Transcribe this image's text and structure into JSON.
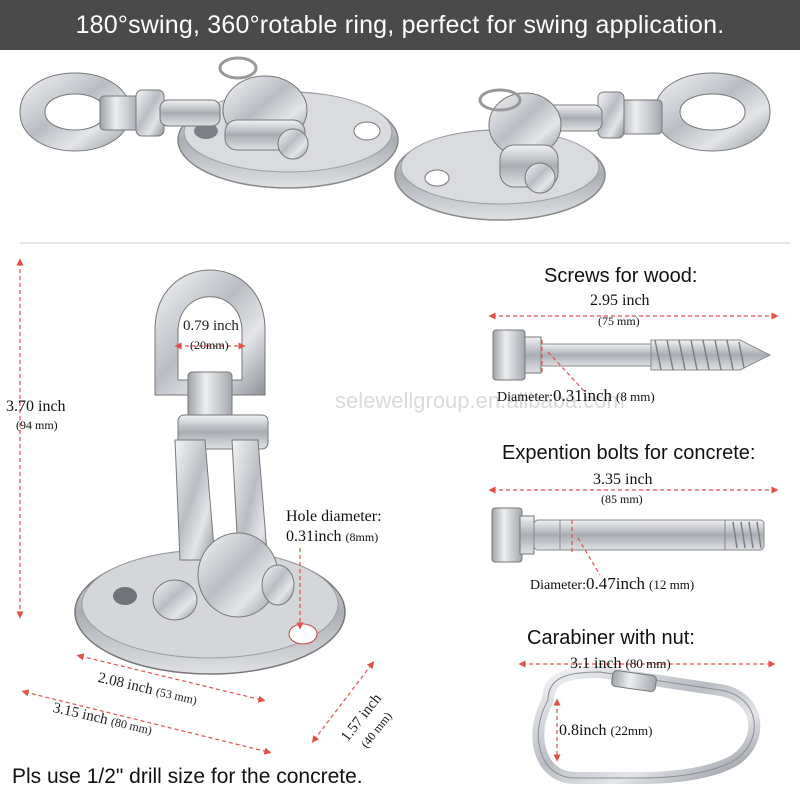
{
  "banner": {
    "text": "180°swing, 360°rotable ring, perfect for swing application."
  },
  "main_product": {
    "height": "3.70 inch",
    "height_mm": "(94 mm)",
    "ring_inner": "0.79 inch",
    "ring_inner_mm": "(20mm)",
    "hole_label": "Hole diameter:",
    "hole_value": "0.31inch",
    "hole_mm": "(8mm)",
    "width1": "2.08 inch",
    "width1_mm": "(53 mm)",
    "width2": "3.15 inch",
    "width2_mm": "(80 mm)",
    "depth": "1.57 inch",
    "depth_mm": "(40 mm)"
  },
  "screws": {
    "title": "Screws for wood:",
    "length": "2.95 inch",
    "length_mm": "(75 mm)",
    "diameter_label": "Diameter:",
    "diameter": "0.31inch",
    "diameter_mm": "(8 mm)"
  },
  "bolts": {
    "title": "Expention bolts for concrete:",
    "length": "3.35 inch",
    "length_mm": "(85 mm)",
    "diameter_label": "Diameter:",
    "diameter": "0.47inch",
    "diameter_mm": "(12 mm)"
  },
  "carabiner": {
    "title": "Carabiner with nut:",
    "length": "3.1 inch",
    "length_mm": "(80 mm)",
    "opening": "0.8inch",
    "opening_mm": "(22mm)"
  },
  "watermark": "selewellgroup.en.alibaba.com",
  "footer": "Pls use 1/2\" drill size for the concrete.",
  "colors": {
    "banner": "#4a4a4a",
    "dimension_line": "#e0524a",
    "metal": "#b8bcc2"
  }
}
